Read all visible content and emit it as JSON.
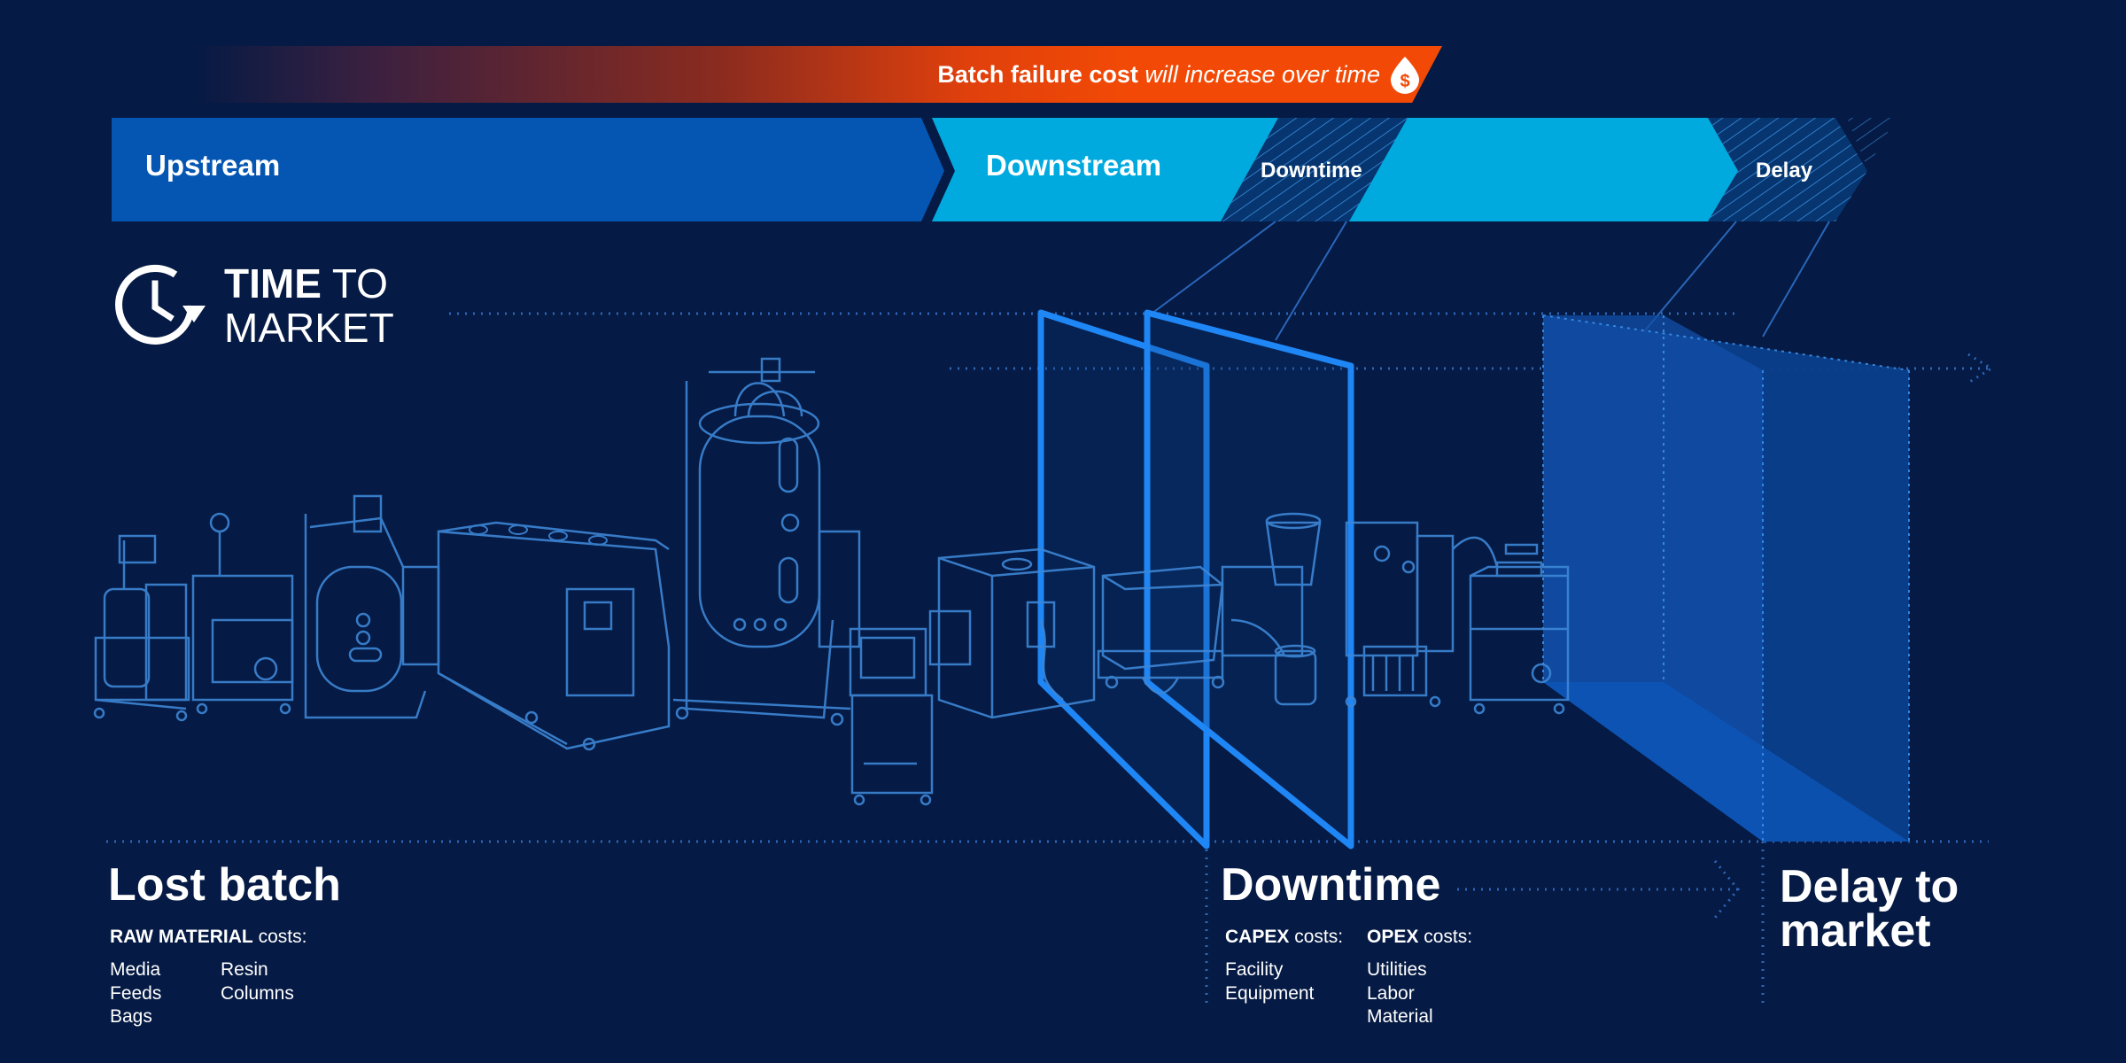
{
  "banner": {
    "bold_text": "Batch failure cost",
    "italic_text": "will increase over time",
    "icon": "money-drop-icon"
  },
  "stages": {
    "upstream": "Upstream",
    "downstream": "Downstream",
    "downtime": "Downtime",
    "delay": "Delay"
  },
  "time_to_market": {
    "line1_bold": "TIME",
    "line1_rest": "TO",
    "line2": "MARKET",
    "icon": "clock-refresh-icon"
  },
  "lost_batch": {
    "title": "Lost batch",
    "cost_label_bold": "RAW MATERIAL",
    "cost_label_rest": "costs:",
    "col1": [
      "Media",
      "Feeds",
      "Bags"
    ],
    "col2": [
      "Resin",
      "Columns"
    ]
  },
  "downtime": {
    "title": "Downtime",
    "capex_bold": "CAPEX",
    "capex_rest": "costs:",
    "capex_items": [
      "Facility",
      "Equipment"
    ],
    "opex_bold": "OPEX",
    "opex_rest": "costs:",
    "opex_items": [
      "Utilities",
      "Labor",
      "Material"
    ]
  },
  "delay_to_market": {
    "line1": "Delay to",
    "line2": "market"
  },
  "colors": {
    "background": "#051a44",
    "upstream": "#0556b3",
    "downstream": "#00aadf",
    "banner_orange": "#f24a06",
    "outline_blue": "#2f7fe0",
    "pane_blue": "#1f82f0"
  }
}
